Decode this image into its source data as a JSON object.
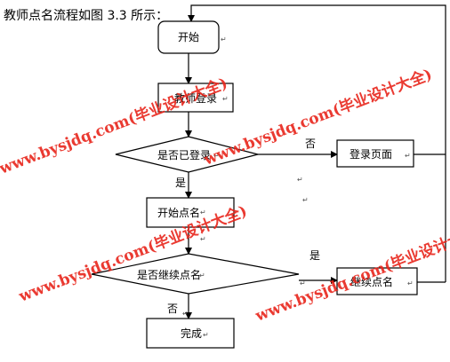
{
  "intro_text": "教师点名流程如图 3.3 所示：",
  "nodes": {
    "start": "开始",
    "login": "教师登录",
    "check_login": "是否已登录",
    "login_page": "登录页面",
    "begin_rollcall": "开始点名",
    "continue_check": "是否继续点名",
    "continue_rollcall": "继续点名",
    "finish": "完成"
  },
  "edges": {
    "no_login": "否",
    "yes_login": "是",
    "yes_continue": "是",
    "no_continue": "否"
  },
  "paragraph_mark": "↵",
  "watermark_text": "www.bysjdq.com(毕业设计大全)",
  "colors": {
    "watermark": "#e8251b",
    "stroke": "#000000"
  }
}
